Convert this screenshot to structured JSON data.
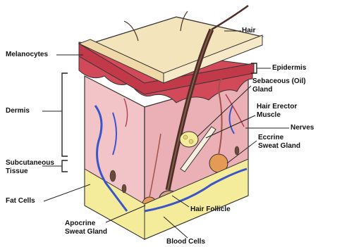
{
  "labels": {
    "hair": "Hair",
    "melanocytes": "Melanocytes",
    "epidermis": "Epidermis",
    "sebaceous_line1": "Sebaceous (Oil)",
    "sebaceous_line2": "Gland",
    "dermis": "Dermis",
    "hair_erector_line1": "Hair Erector",
    "hair_erector_line2": "Muscle",
    "nerves": "Nerves",
    "eccrine_line1": "Eccrine",
    "eccrine_line2": "Sweat Gland",
    "subcutaneous_line1": "Subcutaneous",
    "subcutaneous_line2": "Tissue",
    "fat_cells": "Fat Cells",
    "hair_follicle": "Hair Follicle",
    "apocrine_line1": "Apocrine",
    "apocrine_line2": "Sweat Gland",
    "blood_cells": "Blood Cells"
  },
  "colors": {
    "dermis": "#f2c4c8",
    "dermis_side": "#eab0b6",
    "epidermis_top": "#f3e4bb",
    "epidermis_edge": "#c84050",
    "fat": "#f4ec9a",
    "vein": "#3a55c8",
    "nerve": "#b04050",
    "hair": "#4a2e28"
  }
}
